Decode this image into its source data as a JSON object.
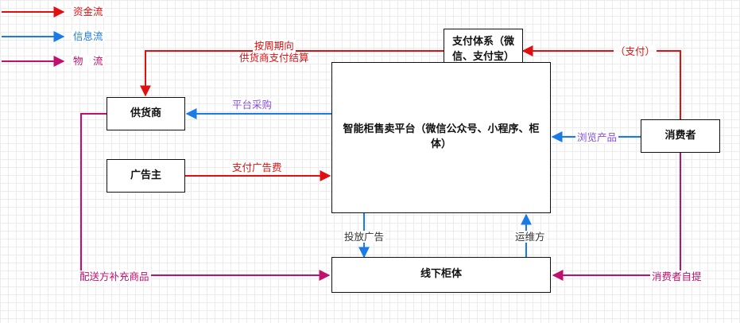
{
  "legend": [
    {
      "label": "资金流",
      "color": "#e01010"
    },
    {
      "label": "信息流",
      "color": "#1a7be6"
    },
    {
      "label": "物　流",
      "color": "#c0106e"
    }
  ],
  "nodes": {
    "payment": "支付体系（微信、支付宝）",
    "supplier": "供货商",
    "platform": "智能柜售卖平台（微信公众号、小程序、柜体）",
    "consumer": "消费者",
    "advertiser": "广告主",
    "cabinet": "线下柜体"
  },
  "edges": {
    "settle_line1": "按周期向",
    "settle_line2": "供货商支付结算",
    "pay": "（支付）",
    "procure": "平台采购",
    "browse": "浏览产品",
    "ad_fee": "支付广告费",
    "ad_place": "投放广告",
    "ops": "运维方",
    "restock": "配送方补充商品",
    "pickup": "消费者自提"
  },
  "colors": {
    "money": "#e01010",
    "info": "#1a7be6",
    "logistics": "#c0106e",
    "info_label": "#8a4fd8"
  }
}
